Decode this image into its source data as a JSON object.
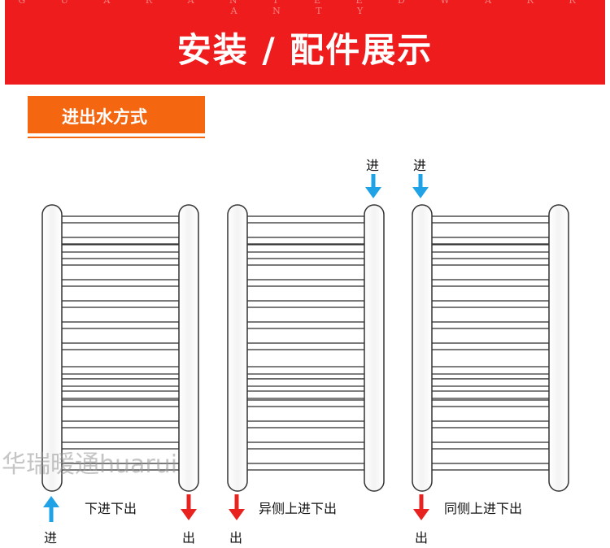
{
  "header": {
    "banner_text": "G U A R A N T E E D   W A R R A N T Y",
    "title": "安装 / 配件展示"
  },
  "section_tag": "进出水方式",
  "flow_labels": {
    "in": "进",
    "out": "出"
  },
  "panels": [
    {
      "caption": "下进下出"
    },
    {
      "caption": "异侧上进下出"
    },
    {
      "caption": "同侧上进下出"
    }
  ],
  "watermark": "华瑞暖通huarui",
  "colors": {
    "header_red": "#ee1c1c",
    "tag_orange": "#f4660f",
    "arrow_in": "#1fa3e6",
    "arrow_out": "#e8231f"
  }
}
